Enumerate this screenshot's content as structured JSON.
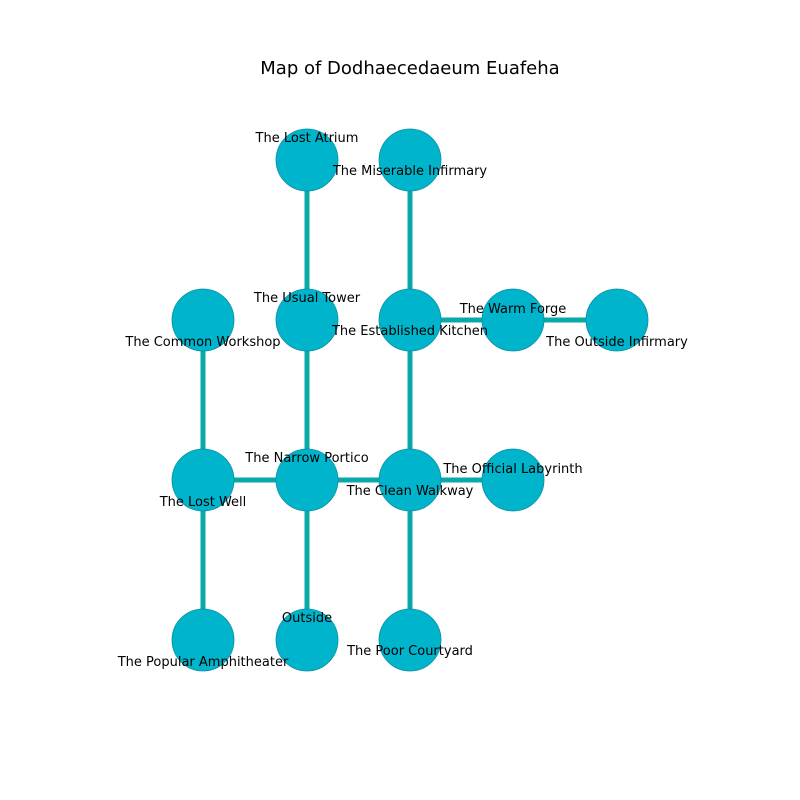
{
  "title": "Map of Dodhaecedaeum Euafeha",
  "colors": {
    "node_fill": "#00b4cc",
    "node_stroke": "#0a8fa3",
    "edge": "#0aa9a9",
    "background": "#ffffff"
  },
  "nodes": [
    {
      "id": "lost_atrium",
      "label": "The Lost Atrium"
    },
    {
      "id": "miserable_infirmary",
      "label": "The Miserable Infirmary"
    },
    {
      "id": "common_workshop",
      "label": "The Common Workshop"
    },
    {
      "id": "usual_tower",
      "label": "The Usual Tower"
    },
    {
      "id": "established_kitchen",
      "label": "The Established Kitchen"
    },
    {
      "id": "warm_forge",
      "label": "The Warm Forge"
    },
    {
      "id": "outside_infirmary",
      "label": "The Outside Infirmary"
    },
    {
      "id": "lost_well",
      "label": "The Lost Well"
    },
    {
      "id": "narrow_portico",
      "label": "The Narrow Portico"
    },
    {
      "id": "clean_walkway",
      "label": "The Clean Walkway"
    },
    {
      "id": "official_labyrinth",
      "label": "The Official Labyrinth"
    },
    {
      "id": "popular_amphitheater",
      "label": "The Popular Amphitheater"
    },
    {
      "id": "outside",
      "label": "Outside"
    },
    {
      "id": "poor_courtyard",
      "label": "The Poor Courtyard"
    }
  ],
  "edges": [
    [
      "lost_atrium",
      "usual_tower"
    ],
    [
      "miserable_infirmary",
      "established_kitchen"
    ],
    [
      "common_workshop",
      "lost_well"
    ],
    [
      "usual_tower",
      "narrow_portico"
    ],
    [
      "established_kitchen",
      "warm_forge"
    ],
    [
      "warm_forge",
      "outside_infirmary"
    ],
    [
      "established_kitchen",
      "clean_walkway"
    ],
    [
      "lost_well",
      "narrow_portico"
    ],
    [
      "narrow_portico",
      "clean_walkway"
    ],
    [
      "clean_walkway",
      "official_labyrinth"
    ],
    [
      "lost_well",
      "popular_amphitheater"
    ],
    [
      "narrow_portico",
      "outside"
    ],
    [
      "clean_walkway",
      "poor_courtyard"
    ]
  ]
}
